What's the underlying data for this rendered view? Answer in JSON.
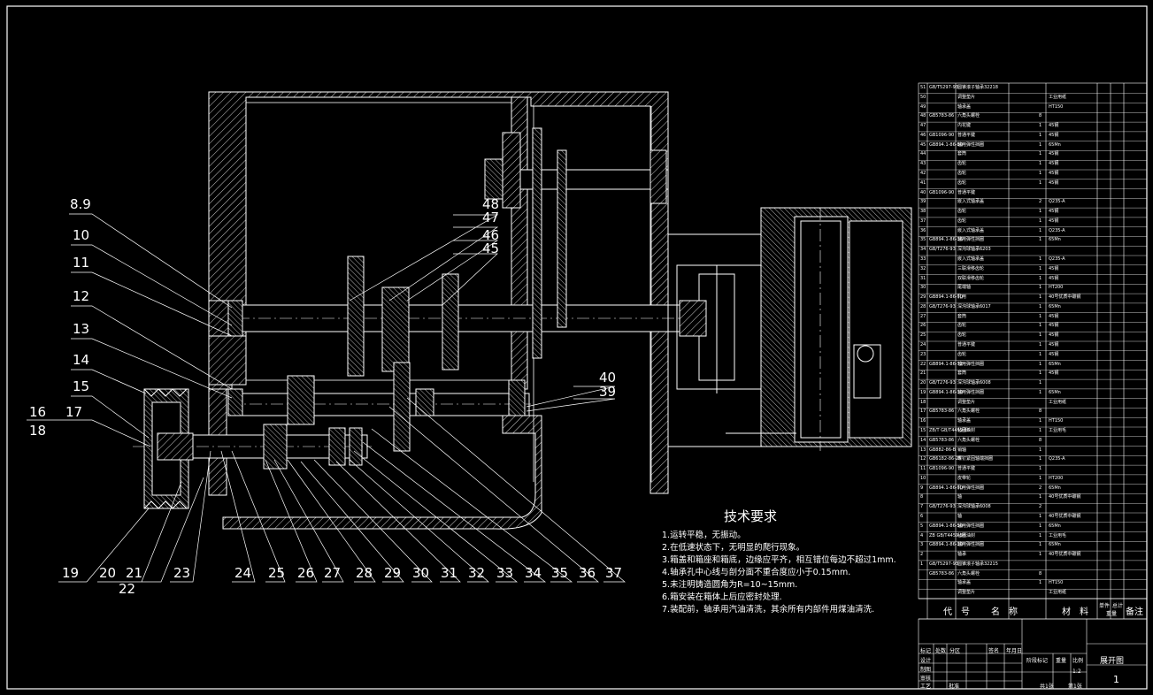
{
  "callouts": {
    "left": [
      "8.9",
      "10",
      "11",
      "12",
      "13",
      "14",
      "15",
      "16",
      "17",
      "18"
    ],
    "top": [
      "48",
      "47",
      "46",
      "45"
    ],
    "mid": [
      "40",
      "39"
    ],
    "bottom": [
      "19",
      "20",
      "21",
      "22",
      "23",
      "24",
      "25",
      "26",
      "27",
      "28",
      "29",
      "30",
      "31",
      "32",
      "33",
      "34",
      "35",
      "36",
      "37"
    ]
  },
  "tech": {
    "title": "技术要求",
    "items": [
      "1.运转平稳，无振动。",
      "2.在低速状态下，无明显的爬行现象。",
      "3.箱盖和箱座和箱底，边缘应平齐，相互错位每边不超过1mm.",
      "4.轴承孔中心线与剖分面不重合度应小于0.15mm.",
      "5.未注明铸造圆角为R=10~15mm.",
      "6.箱安装在箱体上后应密封处理.",
      "7.装配前，轴承用汽油清洗，其余所有内部件用煤油清洗."
    ]
  },
  "bom": {
    "rows": [
      {
        "no": "51",
        "code": "GB/T5297-93",
        "name": "圆锥滚子轴承32218",
        "qty": "",
        "mat": ""
      },
      {
        "no": "50",
        "code": "",
        "name": "调整垫片",
        "qty": "",
        "mat": "工业用纸"
      },
      {
        "no": "49",
        "code": "",
        "name": "轴承盖",
        "qty": "",
        "mat": "HT150"
      },
      {
        "no": "48",
        "code": "GB5783-86",
        "name": "六角头螺栓",
        "qty": "8",
        "mat": ""
      },
      {
        "no": "47",
        "code": "",
        "name": "内花键",
        "qty": "1",
        "mat": "45钢"
      },
      {
        "no": "46",
        "code": "GB1096-90",
        "name": "普通平键",
        "qty": "1",
        "mat": "45钢"
      },
      {
        "no": "45",
        "code": "GB894.1-86-80",
        "name": "轴用弹性挡圈",
        "qty": "1",
        "mat": "65Mn"
      },
      {
        "no": "44",
        "code": "",
        "name": "套筒",
        "qty": "1",
        "mat": "45钢"
      },
      {
        "no": "43",
        "code": "",
        "name": "齿轮",
        "qty": "1",
        "mat": "45钢"
      },
      {
        "no": "42",
        "code": "",
        "name": "齿轮",
        "qty": "1",
        "mat": "45钢"
      },
      {
        "no": "41",
        "code": "",
        "name": "齿轮",
        "qty": "1",
        "mat": "45钢"
      },
      {
        "no": "40",
        "code": "GB1096-90",
        "name": "普通平键",
        "qty": "",
        "mat": ""
      },
      {
        "no": "39",
        "code": "",
        "name": "嵌入式轴承盖",
        "qty": "2",
        "mat": "Q235-A"
      },
      {
        "no": "38",
        "code": "",
        "name": "齿轮",
        "qty": "1",
        "mat": "45钢"
      },
      {
        "no": "37",
        "code": "",
        "name": "齿轮",
        "qty": "1",
        "mat": "45钢"
      },
      {
        "no": "36",
        "code": "",
        "name": "嵌入式轴承盖",
        "qty": "1",
        "mat": "Q235-A"
      },
      {
        "no": "35",
        "code": "GB894.1-86-36",
        "name": "轴用弹性挡圈",
        "qty": "1",
        "mat": "65Mn"
      },
      {
        "no": "34",
        "code": "GB/T276-93",
        "name": "深沟球轴承6203",
        "qty": "",
        "mat": ""
      },
      {
        "no": "33",
        "code": "",
        "name": "嵌入式轴承盖",
        "qty": "1",
        "mat": "Q235-A"
      },
      {
        "no": "32",
        "code": "",
        "name": "三联滑移齿轮",
        "qty": "1",
        "mat": "45钢"
      },
      {
        "no": "31",
        "code": "",
        "name": "双联滑移齿轮",
        "qty": "1",
        "mat": "45钢"
      },
      {
        "no": "30",
        "code": "",
        "name": "尾端轴",
        "qty": "1",
        "mat": "HT200"
      },
      {
        "no": "29",
        "code": "GB894.1-86-50",
        "name": "孔用",
        "qty": "1",
        "mat": "40号优质中碳钢"
      },
      {
        "no": "28",
        "code": "GB/T276-93",
        "name": "深沟球轴承6017",
        "qty": "1",
        "mat": "65Mn"
      },
      {
        "no": "27",
        "code": "",
        "name": "套筒",
        "qty": "1",
        "mat": "45钢"
      },
      {
        "no": "26",
        "code": "",
        "name": "齿轮",
        "qty": "1",
        "mat": "45钢"
      },
      {
        "no": "25",
        "code": "",
        "name": "齿轮",
        "qty": "1",
        "mat": "45钢"
      },
      {
        "no": "24",
        "code": "",
        "name": "普通平键",
        "qty": "1",
        "mat": "45钢"
      },
      {
        "no": "23",
        "code": "",
        "name": "齿轮",
        "qty": "1",
        "mat": "45钢"
      },
      {
        "no": "22",
        "code": "GB894.1-86-72",
        "name": "轴用弹性挡圈",
        "qty": "1",
        "mat": "65Mn"
      },
      {
        "no": "21",
        "code": "",
        "name": "套筒",
        "qty": "1",
        "mat": "45钢"
      },
      {
        "no": "20",
        "code": "GB/T276-93",
        "name": "深沟球轴承6008",
        "qty": "1",
        "mat": ""
      },
      {
        "no": "19",
        "code": "GB894.1-86-30",
        "name": "轴用弹性挡圈",
        "qty": "1",
        "mat": "65Mn"
      },
      {
        "no": "18",
        "code": "",
        "name": "调整垫片",
        "qty": "",
        "mat": "工业用纸"
      },
      {
        "no": "17",
        "code": "GB5783-86",
        "name": "六角头螺栓",
        "qty": "8",
        "mat": ""
      },
      {
        "no": "16",
        "code": "",
        "name": "轴承盖",
        "qty": "1",
        "mat": "HT150"
      },
      {
        "no": "15",
        "code": "ZB/T GB/T4459.88",
        "name": "毡圈油封",
        "qty": "1",
        "mat": "工业用毛"
      },
      {
        "no": "14",
        "code": "GB5783-86",
        "name": "六角头螺栓",
        "qty": "8",
        "mat": ""
      },
      {
        "no": "13",
        "code": "GB882-86-B",
        "name": "销轴",
        "qty": "1",
        "mat": ""
      },
      {
        "no": "12",
        "code": "GB6182-86-25",
        "name": "螺钉紧固轴端挡圈",
        "qty": "1",
        "mat": "Q235-A"
      },
      {
        "no": "11",
        "code": "GB1096-90",
        "name": "普通平键",
        "qty": "1",
        "mat": ""
      },
      {
        "no": "10",
        "code": "",
        "name": "皮带轮",
        "qty": "1",
        "mat": "HT200"
      },
      {
        "no": "9",
        "code": "GB894.1-86-50",
        "name": "孔用弹性挡圈",
        "qty": "2",
        "mat": "65Mn"
      },
      {
        "no": "8",
        "code": "",
        "name": "轴",
        "qty": "1",
        "mat": "40号优质中碳钢"
      },
      {
        "no": "7",
        "code": "GB/T276-93",
        "name": "深沟球轴承6008",
        "qty": "2",
        "mat": ""
      },
      {
        "no": "6",
        "code": "",
        "name": "轴",
        "qty": "1",
        "mat": "40号优质中碳钢"
      },
      {
        "no": "5",
        "code": "GB894.1-86-50",
        "name": "轴用弹性挡圈",
        "qty": "1",
        "mat": "65Mn"
      },
      {
        "no": "4",
        "code": "ZB GB/T4459.88",
        "name": "毡圈油封",
        "qty": "1",
        "mat": "工业用毛"
      },
      {
        "no": "3",
        "code": "GB894.1-86-20",
        "name": "轴用弹性挡圈",
        "qty": "1",
        "mat": "65Mn"
      },
      {
        "no": "2",
        "code": "",
        "name": "轴承",
        "qty": "1",
        "mat": "40号优质中碳钢"
      },
      {
        "no": "1",
        "code": "GB/T5297-93",
        "name": "圆锥滚子轴承32215",
        "qty": "",
        "mat": ""
      },
      {
        "no": "",
        "code": "GB5783-86",
        "name": "六角头螺栓",
        "qty": "8",
        "mat": ""
      },
      {
        "no": "",
        "code": "",
        "name": "轴承盖",
        "qty": "1",
        "mat": "HT150"
      },
      {
        "no": "",
        "code": "",
        "name": "调整垫片",
        "qty": "",
        "mat": "工业用纸"
      }
    ],
    "header": [
      "代　号",
      "名　称",
      "材　料",
      "备注"
    ],
    "hdr_small": [
      "单件",
      "总计",
      "重量"
    ]
  },
  "title_block": {
    "drawing_name": "展开图",
    "sheet": "1",
    "scale": "1:2",
    "labels": [
      "标记",
      "处数",
      "分区",
      "年月日",
      "设计",
      "制图",
      "审核",
      "工艺",
      "签名",
      "批准",
      "阶段标记",
      "重量",
      "比例",
      "共1张",
      "第1张"
    ]
  }
}
